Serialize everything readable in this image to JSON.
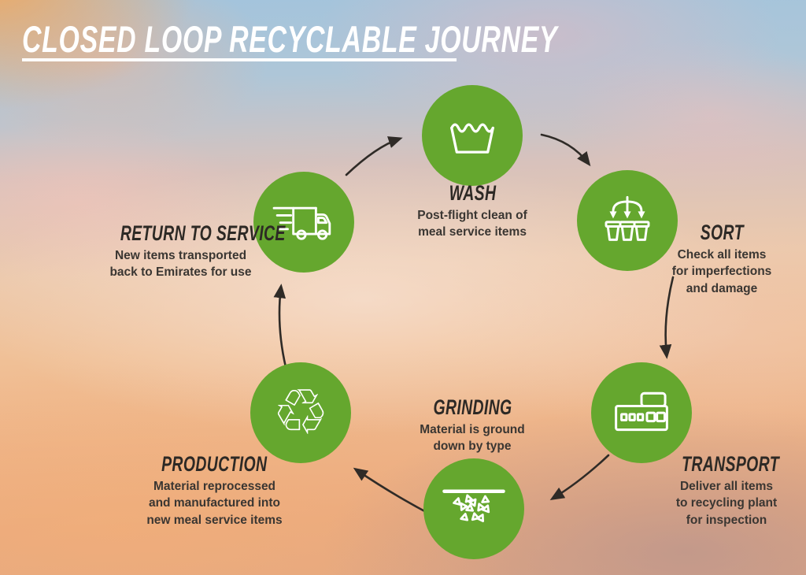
{
  "title": {
    "text": "CLOSED LOOP RECYCLABLE JOURNEY"
  },
  "colors": {
    "accent_green": "#65a72e",
    "arrow": "#2f2b27",
    "heading": "#2d2925",
    "body_text": "#3a3632",
    "title": "#ffffff"
  },
  "stages": [
    {
      "id": "wash",
      "label": "WASH",
      "description": "Post-flight clean of\nmeal service items",
      "icon": "wash-tub-icon"
    },
    {
      "id": "sort",
      "label": "SORT",
      "description": "Check all items\nfor imperfections\nand damage",
      "icon": "sort-bins-icon"
    },
    {
      "id": "transport",
      "label": "TRANSPORT",
      "description": "Deliver all items\nto recycling plant\nfor inspection",
      "icon": "recycling-plant-icon"
    },
    {
      "id": "grinding",
      "label": "GRINDING",
      "description": "Material is ground\ndown by type",
      "icon": "grinder-pellets-icon"
    },
    {
      "id": "production",
      "label": "PRODUCTION",
      "description": "Material reprocessed\nand manufactured into\nnew meal service items",
      "icon": "recycle-arrows-icon"
    },
    {
      "id": "return",
      "label": "RETURN TO SERVICE",
      "description": "New items transported\nback to Emirates for use",
      "icon": "delivery-truck-icon"
    }
  ]
}
